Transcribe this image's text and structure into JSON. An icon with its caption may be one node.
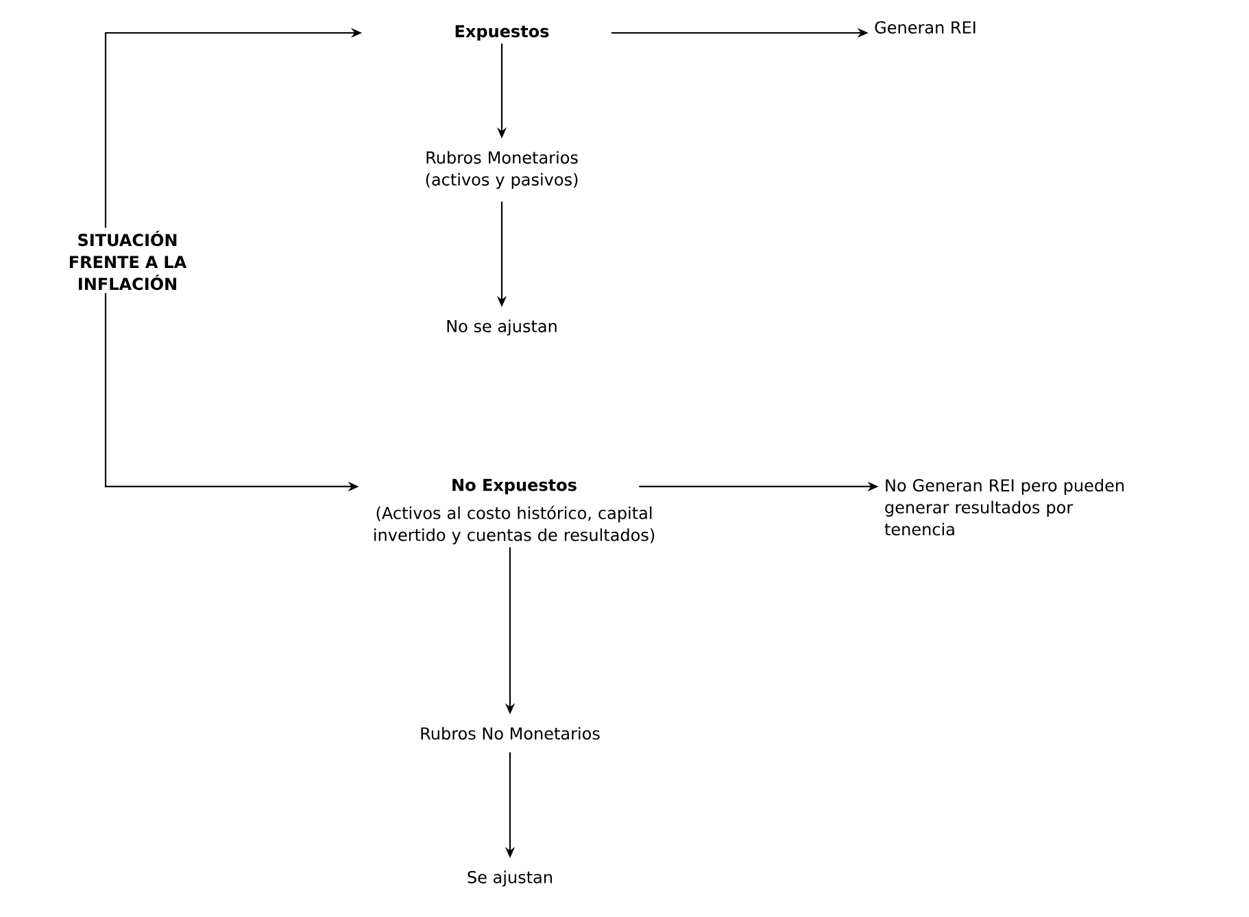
{
  "diagram": {
    "nodes": [
      {
        "text": [
          "SITUACIÓN FRENTE A LA INFLACIÓN"
        ]
      },
      {
        "text": [
          "Expuestos"
        ]
      },
      {
        "text": [
          "Generan REI"
        ]
      },
      {
        "text": [
          "Rubros Monetarios (activos y pasivos)"
        ]
      },
      {
        "text": [
          "No se ajustan"
        ]
      },
      {
        "text": [
          "No Expuestos",
          "(Activos al costo histórico, capital invertido y cuentas de resultados)"
        ]
      },
      {
        "text": [
          "No Generan REI pero pueden generar resultados por tenencia"
        ]
      },
      {
        "text": [
          "Rubros No Monetarios"
        ]
      },
      {
        "text": [
          "Se ajustan"
        ]
      }
    ],
    "edges": [
      {
        "from": 0,
        "to": 1,
        "arrow": "to"
      },
      {
        "from": 1,
        "to": 2,
        "arrow": "to"
      },
      {
        "from": 1,
        "to": 3,
        "arrow": "to"
      },
      {
        "from": 3,
        "to": 4,
        "arrow": "to"
      },
      {
        "from": 0,
        "to": 5,
        "arrow": "to"
      },
      {
        "from": 5,
        "to": 6,
        "arrow": "to"
      },
      {
        "from": 5,
        "to": 7,
        "arrow": "to"
      },
      {
        "from": 7,
        "to": 8,
        "arrow": "to"
      }
    ]
  }
}
